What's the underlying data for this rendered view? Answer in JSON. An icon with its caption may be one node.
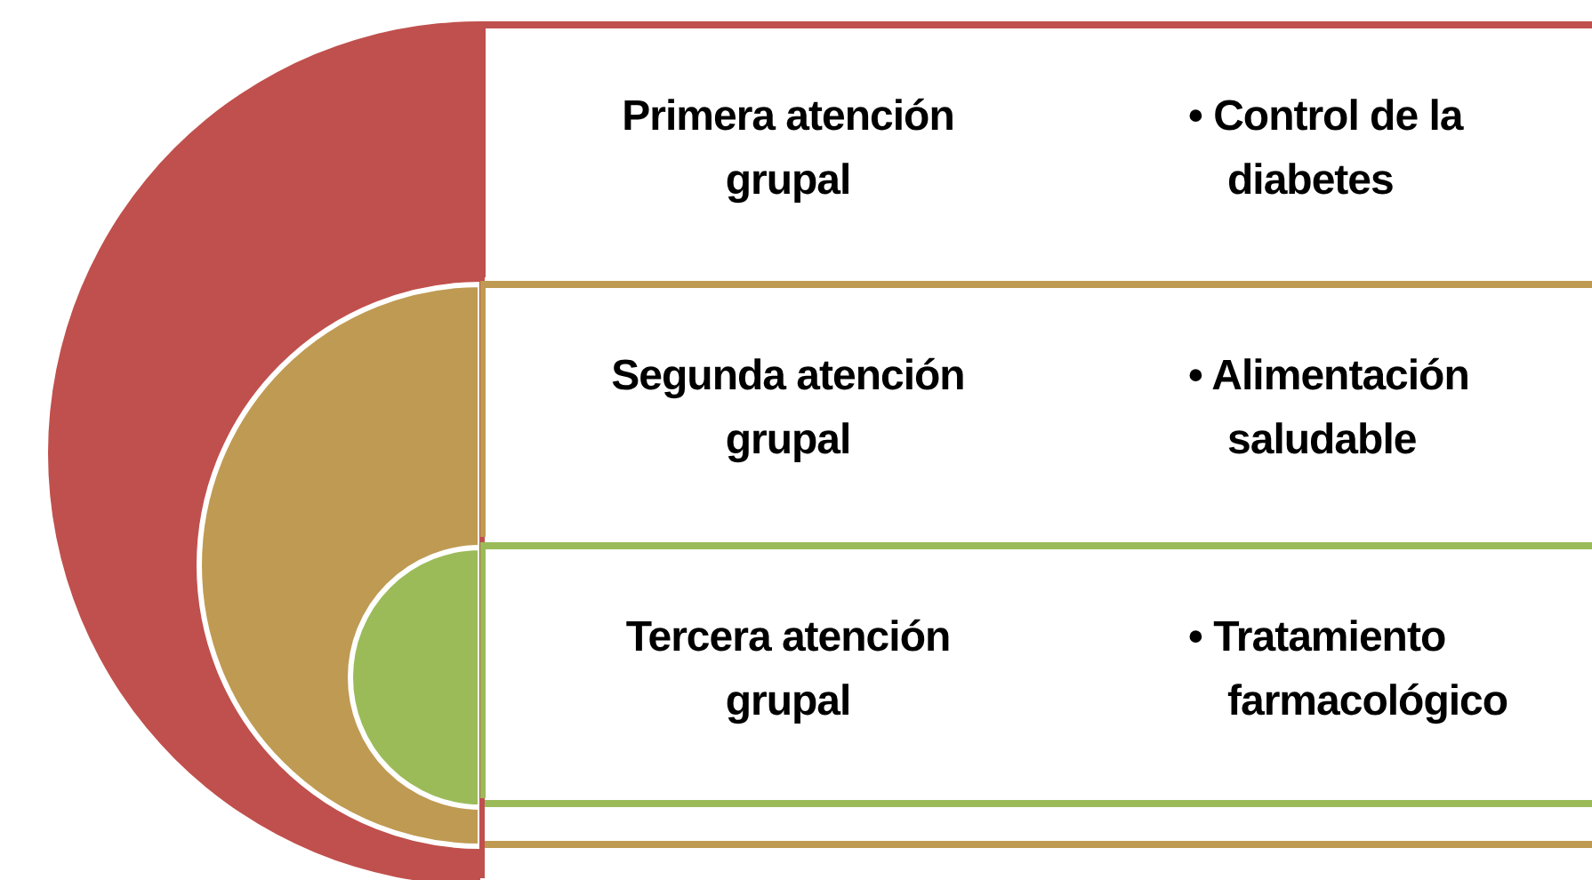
{
  "diagram": {
    "nodes": [
      {
        "text": [],
        "shape": "circle"
      },
      {
        "text": [],
        "shape": "circle",
        "in": 0
      },
      {
        "text": [],
        "shape": "circle",
        "in": 1
      },
      {
        "text": [
          "Primera atención grupal",
          "• Control de la diabetes"
        ]
      },
      {
        "text": [
          "Segunda atención grupal",
          "• Alimentación saludable"
        ]
      },
      {
        "text": [
          "Tercera atención grupal",
          "• Tratamiento farmacológico"
        ]
      }
    ]
  }
}
